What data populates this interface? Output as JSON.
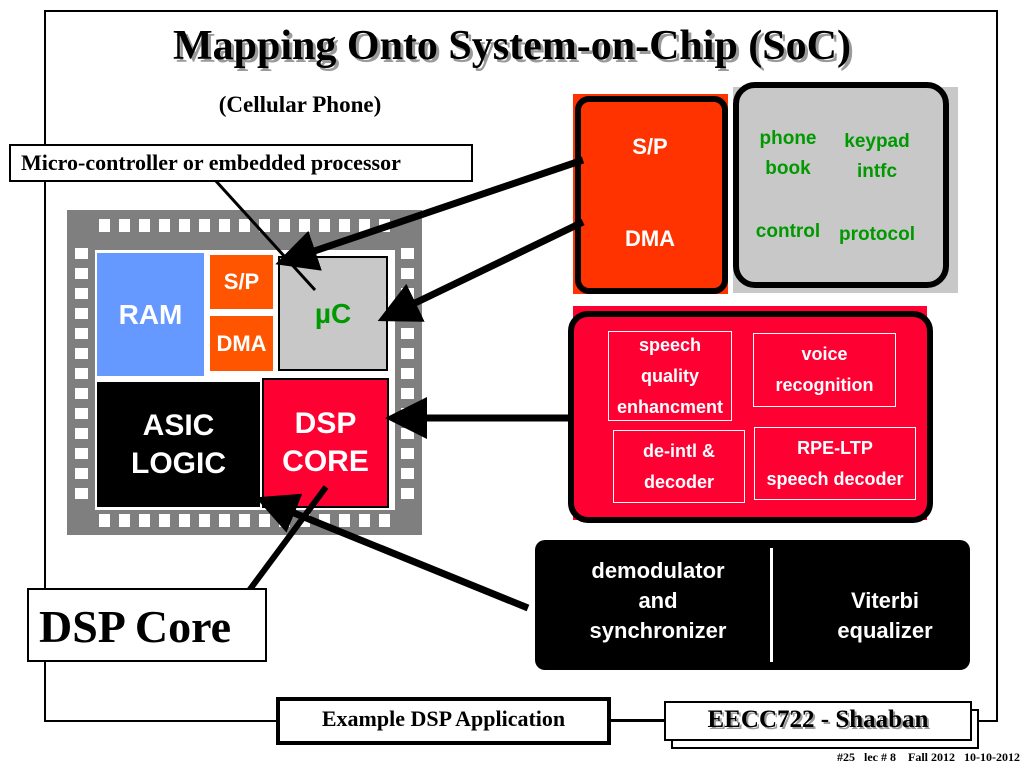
{
  "title": "Mapping Onto System-on-Chip (SoC)",
  "subtitle": "(Cellular Phone)",
  "callouts": {
    "micro": "Micro-controller or embedded processor",
    "dsp_core": "DSP Core"
  },
  "chip": {
    "ram": "RAM",
    "sp": "S/P",
    "dma": "DMA",
    "uc": "µC",
    "asic_line1": "ASIC",
    "asic_line2": "LOGIC",
    "dsp_line1": "DSP",
    "dsp_line2": "CORE"
  },
  "sp_dma_block": {
    "sp": "S/P",
    "dma": "DMA"
  },
  "control_block": {
    "phone_line1": "phone",
    "phone_line2": "book",
    "keypad_line1": "keypad",
    "keypad_line2": "intfc",
    "control": "control",
    "protocol": "protocol"
  },
  "speech_block": {
    "enh_line1": "speech",
    "enh_line2": "quality",
    "enh_line3": "enhancment",
    "voice_line1": "voice",
    "voice_line2": "recognition",
    "deintl_line1": "de-intl &",
    "deintl_line2": "decoder",
    "rpe_line1": "RPE-LTP",
    "rpe_line2": "speech decoder"
  },
  "demod_block": {
    "demod_line1": "demodulator",
    "demod_line2": "and",
    "demod_line3": "synchronizer",
    "viterbi_line1": "Viterbi",
    "viterbi_line2": "equalizer"
  },
  "footer": {
    "label": "Example DSP Application",
    "course": "EECC722 - Shaaban",
    "slide_info": "#25   lec # 8    Fall 2012   10-10-2012"
  },
  "colors": {
    "ram": "#6699ff",
    "sp_dma": "#ff5500",
    "uc": "#c8c8c8",
    "dsp_core": "#ff0033",
    "green_text": "#009900",
    "chip_frame": "#7f7f7f"
  }
}
